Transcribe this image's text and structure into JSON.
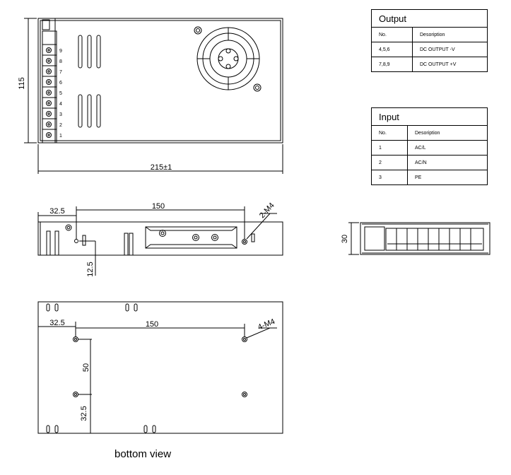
{
  "dimensions": {
    "height_115": "115",
    "length_215": "215±1",
    "side_32_5": "32.5",
    "side_150": "150",
    "side_2m4": "2-M4",
    "side_12_5": "12.5",
    "end_30": "30",
    "bottom_32_5_h": "32.5",
    "bottom_150": "150",
    "bottom_4m4": "4-M4",
    "bottom_50": "50",
    "bottom_32_5_v": "32.5"
  },
  "terminals": [
    "9",
    "8",
    "7",
    "6",
    "5",
    "4",
    "3",
    "2",
    "1"
  ],
  "output_table": {
    "title": "Output",
    "headers": [
      "No.",
      "Desoription"
    ],
    "rows": [
      [
        "4,5,6",
        "DC OUTPUT -V"
      ],
      [
        "7,8,9",
        "DC OUTPUT +V"
      ]
    ]
  },
  "input_table": {
    "title": "Input",
    "headers": [
      "No.",
      "Desoription"
    ],
    "rows": [
      [
        "1",
        "AC/L"
      ],
      [
        "2",
        "AC/N"
      ],
      [
        "3",
        "PE"
      ]
    ]
  },
  "caption": "bottom view",
  "colors": {
    "line": "#000000",
    "fill": "#ffffff"
  }
}
